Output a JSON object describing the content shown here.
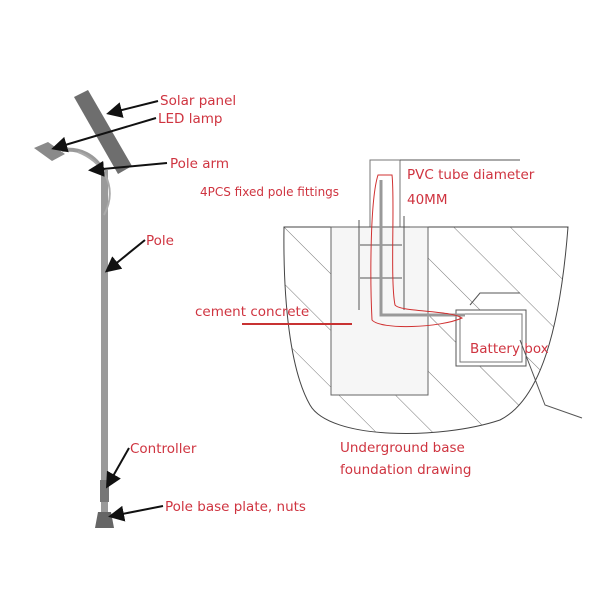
{
  "labels": {
    "solar_panel": "Solar panel",
    "led_lamp": "LED lamp",
    "pole_arm": "Pole arm",
    "pole": "Pole",
    "controller": "Controller",
    "base_plate": "Pole base plate, nuts",
    "fittings": "4PCS fixed pole fittings",
    "pvc_tube": "PVC tube diameter",
    "pvc_size": "40MM",
    "cement": "cement concrete",
    "battery_box": "Battery box",
    "foundation_line1": "Underground base",
    "foundation_line2": "foundation drawing"
  },
  "colors": {
    "label": "#cf3440",
    "line": "#555555",
    "pole": "#8a8a8a"
  }
}
